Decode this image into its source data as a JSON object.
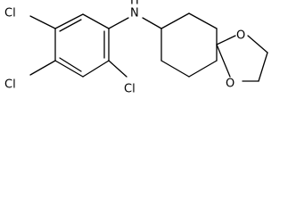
{
  "structure": {
    "labels": {
      "cl_top": "Cl",
      "cl_middle": "Cl",
      "cl_right": "Cl",
      "nh": "N",
      "nh_h": "H",
      "o_top": "O",
      "o_bottom": "O"
    },
    "colors": {
      "bond": "#000000",
      "text": "#000000",
      "background": "#ffffff"
    }
  }
}
